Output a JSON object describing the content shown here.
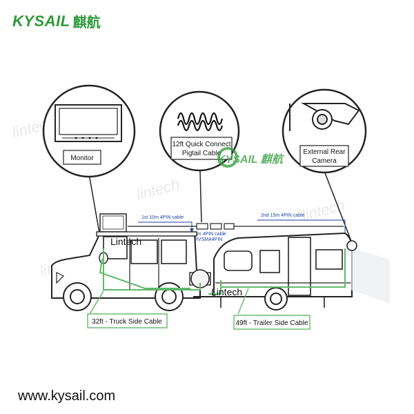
{
  "brand": {
    "name": "KYSAIL",
    "name_cn": "麒航",
    "color": "#2e9a3a",
    "watermark": "KYSAIL 麒航",
    "faint_watermark": "lintech"
  },
  "callouts": {
    "monitor": "Monitor",
    "pigtail_line1": "12ft Quick Connect",
    "pigtail_line2": "Pigtail Cable",
    "camera_line1": "External Rear",
    "camera_line2": "Camera"
  },
  "cables": {
    "first": "1st 10m 4PIN cable",
    "second": "2nd 15m 4PIN cable",
    "pin5_line1": "5m 4PIN cable",
    "pin5_line2": "RVSMA4PIN",
    "truck_side": "32ft - Truck Side Cable",
    "trailer_side": "49ft - Trailer Side Cable"
  },
  "vehicle_labels": {
    "truck": "Lintech",
    "trailer": "Lintech"
  },
  "colors": {
    "cable_green": "#5fb86a",
    "arrow_blue": "#1f3fa6",
    "line": "#222222"
  },
  "footer": {
    "url": "www.kysail.com"
  }
}
